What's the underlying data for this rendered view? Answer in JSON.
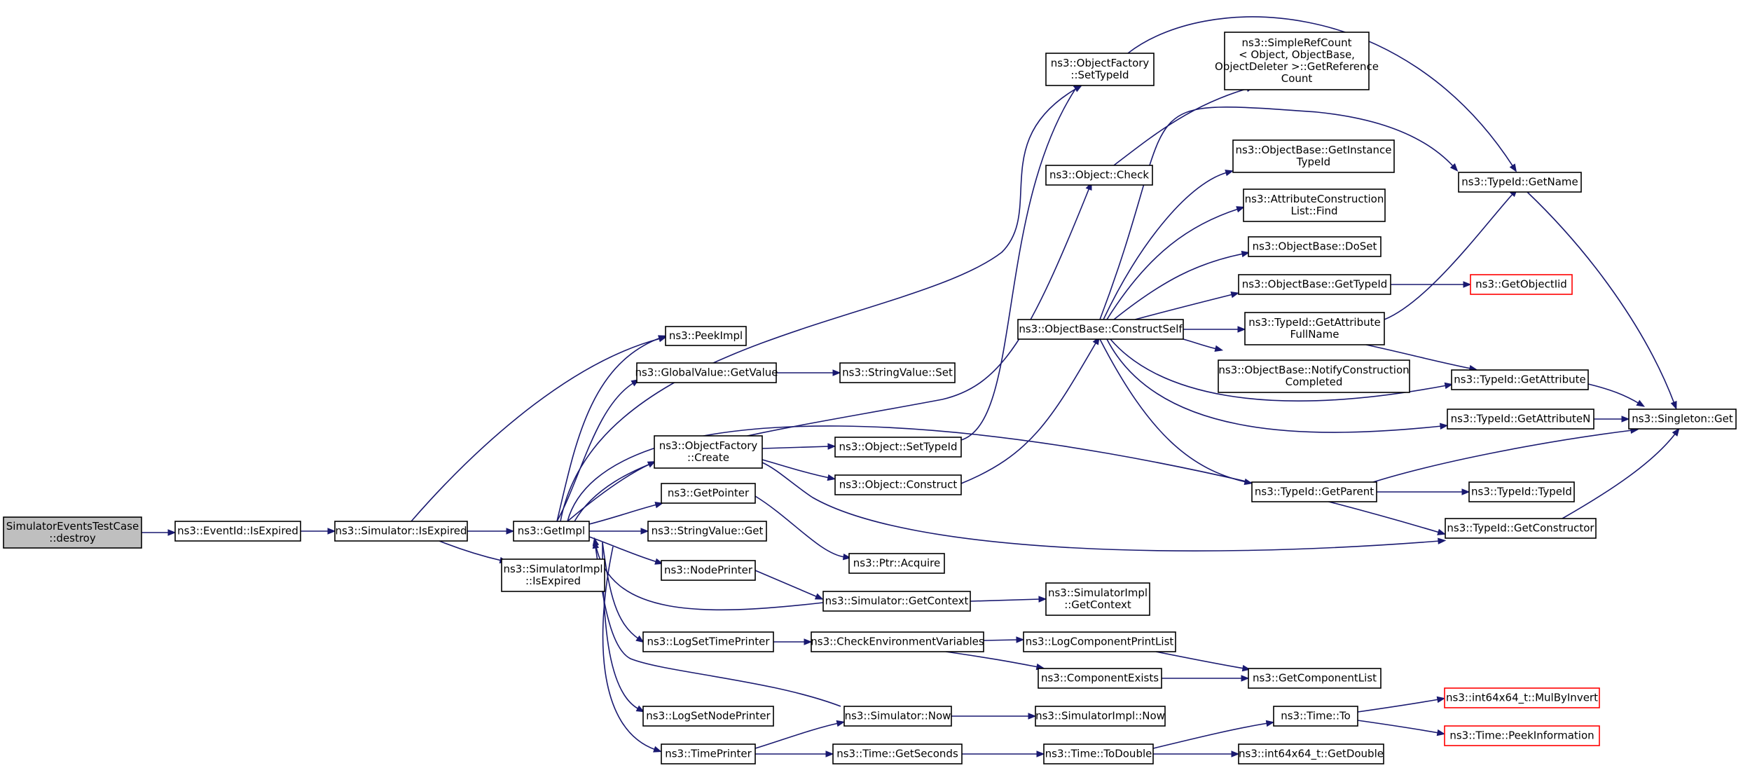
{
  "graph": {
    "edge_color": "#191970",
    "root_fill": "#bfbfbf",
    "truncated_border_color": "#ff0000",
    "nodes": [
      {
        "id": "root",
        "lines": [
          "SimulatorEventsTestCase",
          "::destroy"
        ],
        "root": true
      },
      {
        "id": "eventid_isexpired",
        "lines": [
          "ns3::EventId::IsExpired"
        ]
      },
      {
        "id": "sim_isexpired",
        "lines": [
          "ns3::Simulator::IsExpired"
        ]
      },
      {
        "id": "simimpl_isexpired",
        "lines": [
          "ns3::SimulatorImpl",
          "::IsExpired"
        ]
      },
      {
        "id": "getimpl",
        "lines": [
          "ns3::GetImpl"
        ]
      },
      {
        "id": "peekimpl",
        "lines": [
          "ns3::PeekImpl"
        ]
      },
      {
        "id": "globalvalue_getvalue",
        "lines": [
          "ns3::GlobalValue::GetValue"
        ]
      },
      {
        "id": "stringvalue_set",
        "lines": [
          "ns3::StringValue::Set"
        ]
      },
      {
        "id": "objfactory_create",
        "lines": [
          "ns3::ObjectFactory",
          "::Create"
        ]
      },
      {
        "id": "obj_settypeid",
        "lines": [
          "ns3::Object::SetTypeId"
        ]
      },
      {
        "id": "obj_construct",
        "lines": [
          "ns3::Object::Construct"
        ]
      },
      {
        "id": "getpointer",
        "lines": [
          "ns3::GetPointer"
        ]
      },
      {
        "id": "ptr_acquire",
        "lines": [
          "ns3::Ptr::Acquire"
        ]
      },
      {
        "id": "stringvalue_get",
        "lines": [
          "ns3::StringValue::Get"
        ]
      },
      {
        "id": "nodeprinter",
        "lines": [
          "ns3::NodePrinter"
        ]
      },
      {
        "id": "sim_getcontext",
        "lines": [
          "ns3::Simulator::GetContext"
        ]
      },
      {
        "id": "simimpl_getcontext",
        "lines": [
          "ns3::SimulatorImpl",
          "::GetContext"
        ]
      },
      {
        "id": "logsettimeprinter",
        "lines": [
          "ns3::LogSetTimePrinter"
        ]
      },
      {
        "id": "checkenv",
        "lines": [
          "ns3::CheckEnvironmentVariables"
        ]
      },
      {
        "id": "logcompprintlist",
        "lines": [
          "ns3::LogComponentPrintList"
        ]
      },
      {
        "id": "compexists",
        "lines": [
          "ns3::ComponentExists"
        ]
      },
      {
        "id": "getcomplist",
        "lines": [
          "ns3::GetComponentList"
        ]
      },
      {
        "id": "logsetnodeprinter",
        "lines": [
          "ns3::LogSetNodePrinter"
        ]
      },
      {
        "id": "sim_now",
        "lines": [
          "ns3::Simulator::Now"
        ]
      },
      {
        "id": "simimpl_now",
        "lines": [
          "ns3::SimulatorImpl::Now"
        ]
      },
      {
        "id": "timeprinter",
        "lines": [
          "ns3::TimePrinter"
        ]
      },
      {
        "id": "time_getseconds",
        "lines": [
          "ns3::Time::GetSeconds"
        ]
      },
      {
        "id": "time_todouble",
        "lines": [
          "ns3::Time::ToDouble"
        ]
      },
      {
        "id": "time_to",
        "lines": [
          "ns3::Time::To"
        ]
      },
      {
        "id": "mulbyinvert",
        "lines": [
          "ns3::int64x64_t::MulByInvert"
        ],
        "red": true
      },
      {
        "id": "peekinfo",
        "lines": [
          "ns3::Time::PeekInformation"
        ],
        "red": true
      },
      {
        "id": "getdouble",
        "lines": [
          "ns3::int64x64_t::GetDouble"
        ]
      },
      {
        "id": "objfactory_settypeid",
        "lines": [
          "ns3::ObjectFactory",
          "::SetTypeId"
        ]
      },
      {
        "id": "obj_check",
        "lines": [
          "ns3::Object::Check"
        ]
      },
      {
        "id": "constructself",
        "lines": [
          "ns3::ObjectBase::ConstructSelf"
        ]
      },
      {
        "id": "simplerefcount",
        "lines": [
          "ns3::SimpleRefCount",
          "< Object, ObjectBase,",
          " ObjectDeleter >::GetReference",
          "Count"
        ]
      },
      {
        "id": "getinstancetypeid",
        "lines": [
          "ns3::ObjectBase::GetInstance",
          "TypeId"
        ]
      },
      {
        "id": "attrconstlist_find",
        "lines": [
          "ns3::AttributeConstruction",
          "List::Find"
        ]
      },
      {
        "id": "doset",
        "lines": [
          "ns3::ObjectBase::DoSet"
        ]
      },
      {
        "id": "ob_gettypeid",
        "lines": [
          "ns3::ObjectBase::GetTypeId"
        ]
      },
      {
        "id": "getobjectiid",
        "lines": [
          "ns3::GetObjectIid"
        ],
        "red": true
      },
      {
        "id": "typeid_getattrfullname",
        "lines": [
          "ns3::TypeId::GetAttribute",
          "FullName"
        ]
      },
      {
        "id": "notifyconstcompleted",
        "lines": [
          "ns3::ObjectBase::NotifyConstruction",
          "Completed"
        ]
      },
      {
        "id": "typeid_getparent",
        "lines": [
          "ns3::TypeId::GetParent"
        ]
      },
      {
        "id": "typeid_typeid",
        "lines": [
          "ns3::TypeId::TypeId"
        ]
      },
      {
        "id": "typeid_getname",
        "lines": [
          "ns3::TypeId::GetName"
        ]
      },
      {
        "id": "typeid_getattribute",
        "lines": [
          "ns3::TypeId::GetAttribute"
        ]
      },
      {
        "id": "typeid_getattributen",
        "lines": [
          "ns3::TypeId::GetAttributeN"
        ]
      },
      {
        "id": "singleton_get",
        "lines": [
          "ns3::Singleton::Get"
        ]
      },
      {
        "id": "typeid_getconstructor",
        "lines": [
          "ns3::TypeId::GetConstructor"
        ]
      }
    ]
  }
}
